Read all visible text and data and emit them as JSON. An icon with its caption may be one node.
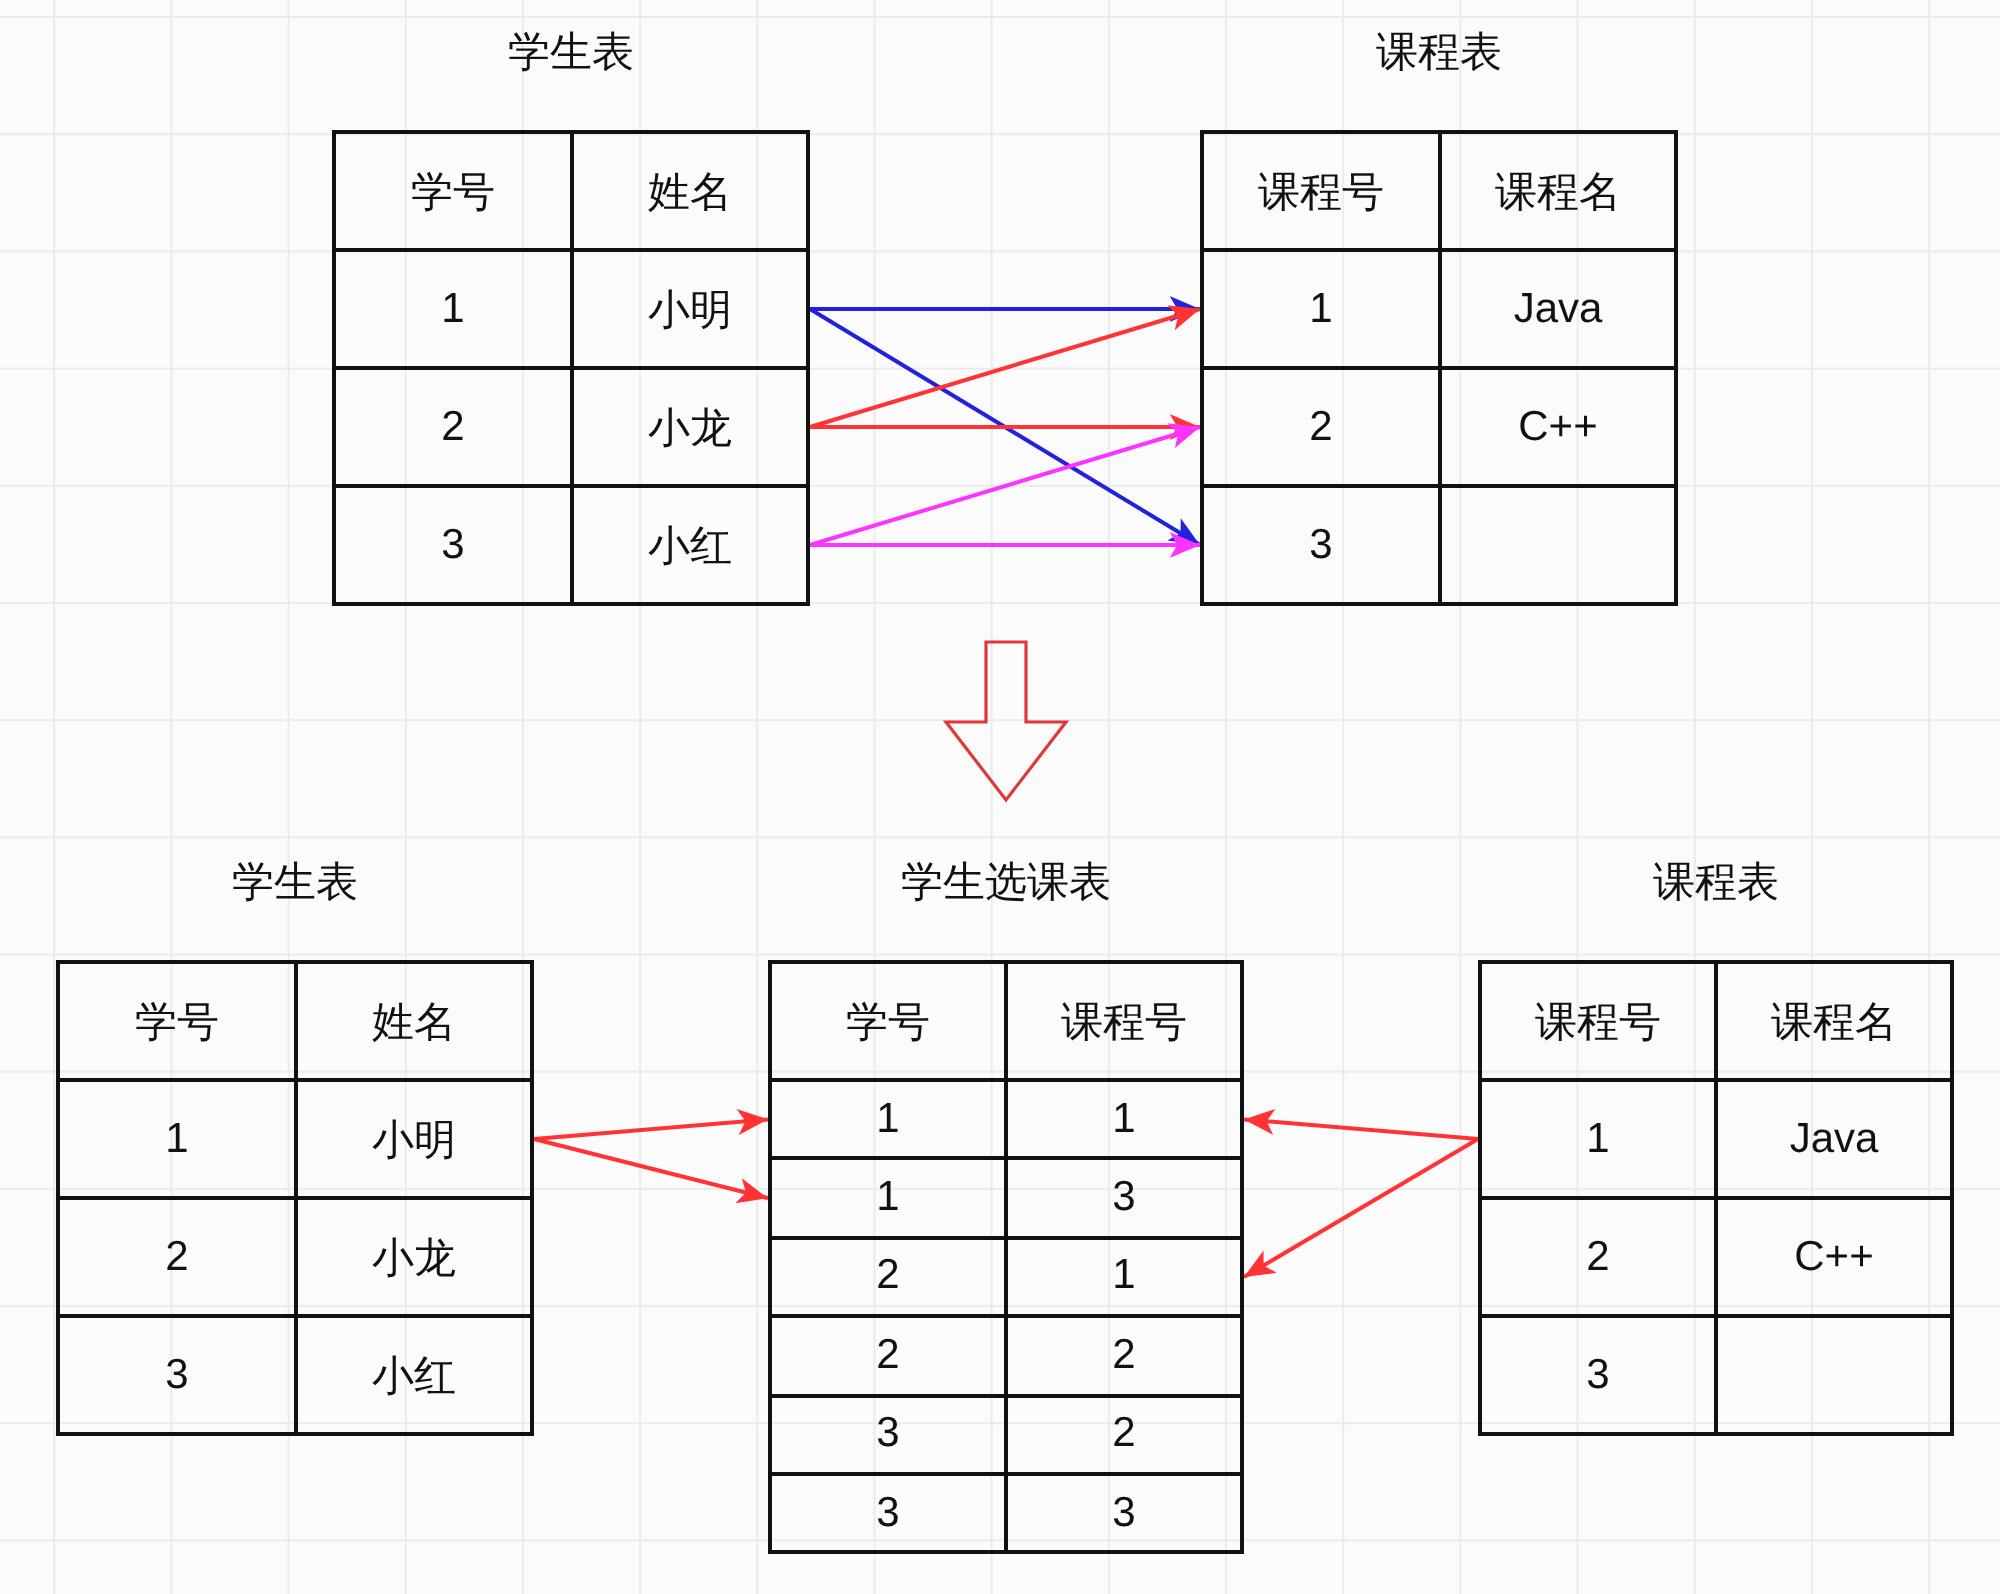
{
  "diagram": {
    "nodes": [
      {
        "text": [
          "学生表"
        ]
      },
      {
        "text": [
          "学号"
        ],
        "in": 0
      },
      {
        "text": [
          "姓名"
        ],
        "in": 0
      },
      {
        "text": [
          "1"
        ],
        "in": 0
      },
      {
        "text": [
          "小明"
        ],
        "in": 0
      },
      {
        "text": [
          "2"
        ],
        "in": 0
      },
      {
        "text": [
          "小龙"
        ],
        "in": 0
      },
      {
        "text": [
          "3"
        ],
        "in": 0
      },
      {
        "text": [
          "小红"
        ],
        "in": 0
      },
      {
        "text": [
          "课程表"
        ]
      },
      {
        "text": [
          "课程号"
        ],
        "in": 9
      },
      {
        "text": [
          "课程名"
        ],
        "in": 9
      },
      {
        "text": [
          "1"
        ],
        "in": 9
      },
      {
        "text": [
          "Java"
        ],
        "in": 9
      },
      {
        "text": [
          "2"
        ],
        "in": 9
      },
      {
        "text": [
          "C++"
        ],
        "in": 9
      },
      {
        "text": [
          "3"
        ],
        "in": 9
      },
      {
        "text": [],
        "shape": "box",
        "in": 9
      },
      {
        "text": [
          "学生表"
        ]
      },
      {
        "text": [
          "学号"
        ],
        "in": 18
      },
      {
        "text": [
          "姓名"
        ],
        "in": 18
      },
      {
        "text": [
          "1"
        ],
        "in": 18
      },
      {
        "text": [
          "小明"
        ],
        "in": 18
      },
      {
        "text": [
          "2"
        ],
        "in": 18
      },
      {
        "text": [
          "小龙"
        ],
        "in": 18
      },
      {
        "text": [
          "3"
        ],
        "in": 18
      },
      {
        "text": [
          "小红"
        ],
        "in": 18
      },
      {
        "text": [
          "学生选课表"
        ]
      },
      {
        "text": [
          "学号"
        ],
        "in": 27
      },
      {
        "text": [
          "课程号"
        ],
        "in": 27
      },
      {
        "text": [
          "1"
        ],
        "in": 27
      },
      {
        "text": [
          "1"
        ],
        "in": 27
      },
      {
        "text": [
          "1"
        ],
        "in": 27
      },
      {
        "text": [
          "3"
        ],
        "in": 27
      },
      {
        "text": [
          "2"
        ],
        "in": 27
      },
      {
        "text": [
          "1"
        ],
        "in": 27
      },
      {
        "text": [
          "2"
        ],
        "in": 27
      },
      {
        "text": [
          "2"
        ],
        "in": 27
      },
      {
        "text": [
          "3"
        ],
        "in": 27
      },
      {
        "text": [
          "2"
        ],
        "in": 27
      },
      {
        "text": [
          "3"
        ],
        "in": 27
      },
      {
        "text": [
          "3"
        ],
        "in": 27
      },
      {
        "text": [
          "课程表"
        ]
      },
      {
        "text": [
          "课程号"
        ],
        "in": 42
      },
      {
        "text": [
          "课程名"
        ],
        "in": 42
      },
      {
        "text": [
          "1"
        ],
        "in": 42
      },
      {
        "text": [
          "Java"
        ],
        "in": 42
      },
      {
        "text": [
          "2"
        ],
        "in": 42
      },
      {
        "text": [
          "C++"
        ],
        "in": 42
      },
      {
        "text": [
          "3"
        ],
        "in": 42
      },
      {
        "text": [],
        "shape": "box",
        "in": 42
      }
    ],
    "edges": [
      {
        "from": 4,
        "to": 12,
        "arrow": "to",
        "color": "#2222dd"
      },
      {
        "from": 4,
        "to": 16,
        "arrow": "to",
        "color": "#2222dd"
      },
      {
        "from": 6,
        "to": 12,
        "arrow": "to"
      },
      {
        "from": 6,
        "to": 14,
        "arrow": "to"
      },
      {
        "from": 8,
        "to": 14,
        "arrow": "to",
        "color": "#ff33ff"
      },
      {
        "from": 8,
        "to": 16,
        "arrow": "to",
        "color": "#ff33ff"
      },
      {
        "from": 22,
        "to": 30,
        "arrow": "to"
      },
      {
        "from": 22,
        "to": 32,
        "arrow": "to"
      },
      {
        "from": 45,
        "to": 31,
        "arrow": "to"
      },
      {
        "from": 45,
        "to": 35,
        "arrow": "to"
      }
    ]
  }
}
